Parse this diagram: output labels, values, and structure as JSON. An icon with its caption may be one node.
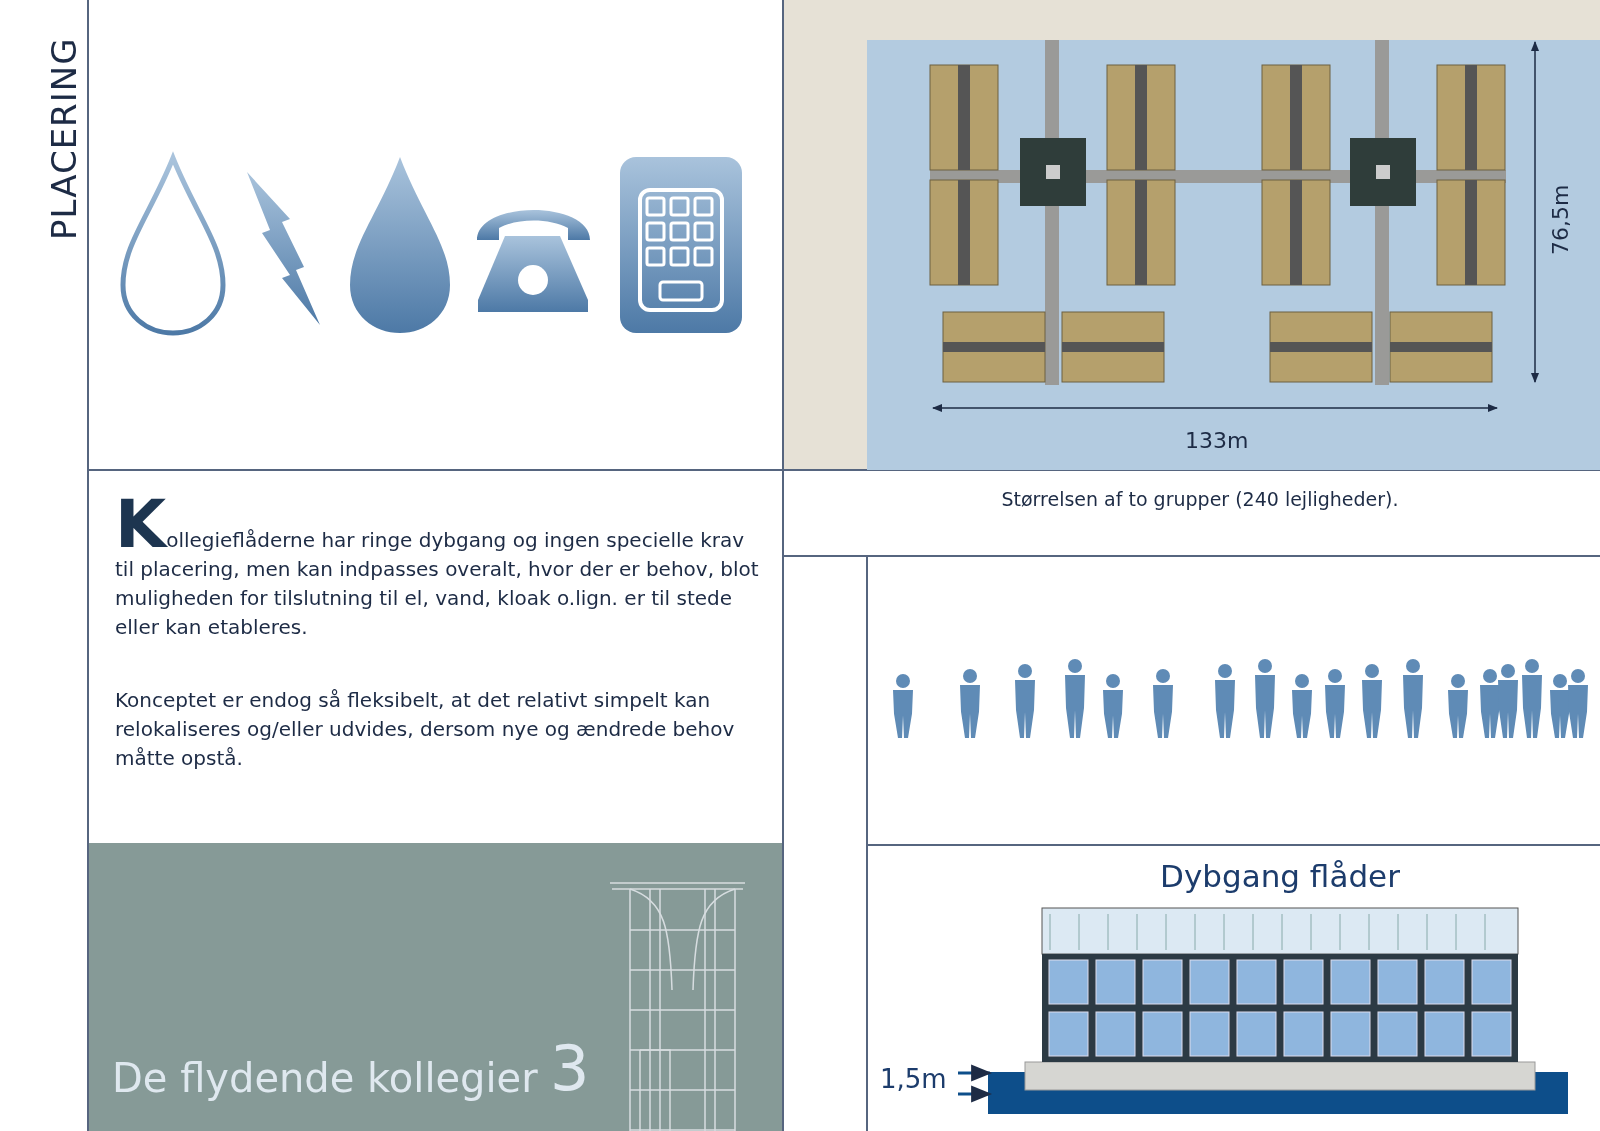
{
  "diagram": {
    "title": "PLACERING",
    "labels": [
      "133m",
      "76,5m",
      "Størrelsen af to grupper (240 lejligheder).",
      "Kollegieflåderne har ringe dybgang og ingen specielle krav til placering, men kan indpasses overalt, hvor der er behov, blot muligheden for tilslutning til el, vand, kloak o.lign. er til stede eller kan etableres.",
      "Konceptet er endog så fleksibelt, at det relativt simpelt kan relokaliseres og/eller udvides, dersom nye og ændrede behov måtte opstå.",
      "De flydende kollegier",
      "3",
      "Dybgang flåder",
      "1,5m"
    ]
  }
}
